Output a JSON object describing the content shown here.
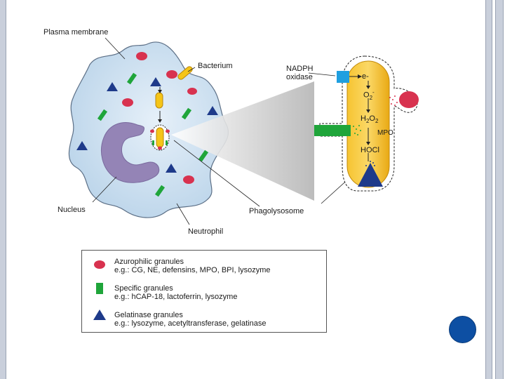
{
  "labels": {
    "plasma_membrane": "Plasma membrane",
    "bacterium": "Bacterium",
    "nadph_oxidase_line1": "NADPH",
    "nadph_oxidase_line2": "oxidase",
    "electron": "e-",
    "o2_main": "O",
    "o2_sub": "2",
    "o2_sup": "-",
    "h2o2_h": "H",
    "h2o2_sub1": "2",
    "h2o2_o": "O",
    "h2o2_sub2": "2",
    "mpo": "MPO",
    "hocl": "HOCl",
    "nucleus": "Nucleus",
    "phagolysosome": "Phagolysosome",
    "neutrophil": "Neutrophil"
  },
  "legend": {
    "items": [
      {
        "title": "Azurophilic granules",
        "detail": "e.g.: CG, NE, defensins, MPO, BPI, lysozyme",
        "shape": "red-oval"
      },
      {
        "title": "Specific granules",
        "detail": "e.g.: hCAP-18, lactoferrin, lysozyme",
        "shape": "green-rectangle"
      },
      {
        "title": "Gelatinase granules",
        "detail": "e.g.: lysozyme, acetyltransferase, gelatinase",
        "shape": "blue-triangle"
      }
    ]
  },
  "colors": {
    "cell": "#c6dcee",
    "cell_stroke": "#5c6f86",
    "nucleus": "#9484b6",
    "azurophilic": "#d8324f",
    "specific": "#1fa53a",
    "gelatinase": "#1e3a8a",
    "bacterium": "#f5c518",
    "phagolysosome": "#f2b81c",
    "nadph": "#1f9fe0",
    "slide_bullet": "#0d4fa3",
    "frame": "#c9cfdb"
  }
}
